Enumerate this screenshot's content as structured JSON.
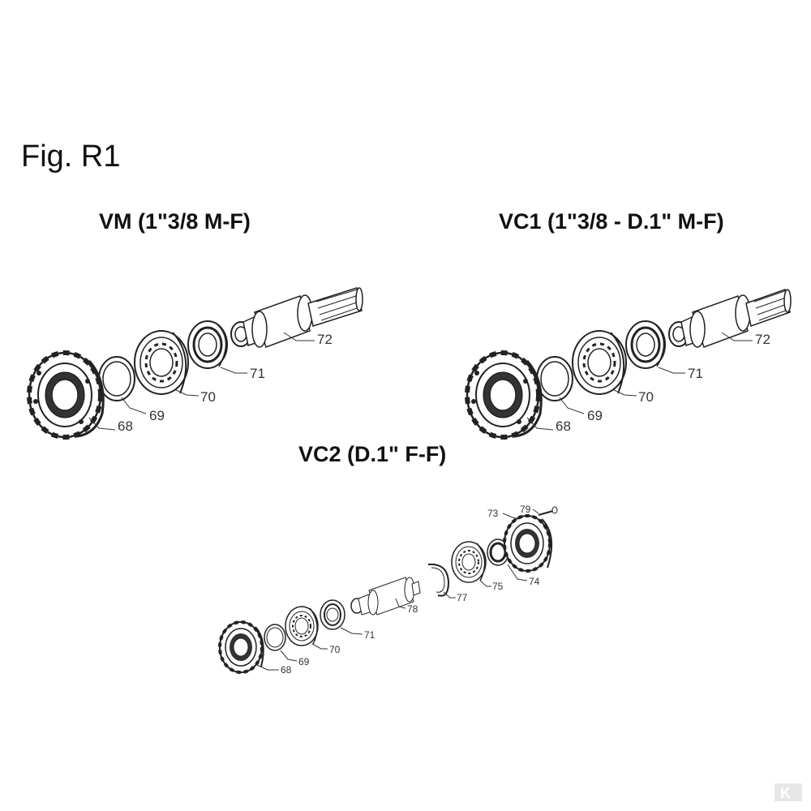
{
  "figure_title": "Fig. R1",
  "sections": [
    {
      "title": "VM (1\"3/8 M-F)",
      "parts": [
        {
          "label": "68",
          "name": "gearbox-cover"
        },
        {
          "label": "69",
          "name": "seal-ring"
        },
        {
          "label": "70",
          "name": "bearing"
        },
        {
          "label": "71",
          "name": "seal"
        },
        {
          "label": "72",
          "name": "splined-shaft"
        }
      ]
    },
    {
      "title": "VC1 (1\"3/8 - D.1\" M-F)",
      "parts": [
        {
          "label": "68",
          "name": "gearbox-cover"
        },
        {
          "label": "69",
          "name": "seal-ring"
        },
        {
          "label": "70",
          "name": "bearing"
        },
        {
          "label": "71",
          "name": "seal"
        },
        {
          "label": "72",
          "name": "splined-shaft"
        }
      ]
    },
    {
      "title": "VC2 (D.1\" F-F)",
      "parts": [
        {
          "label": "68",
          "name": "gearbox-cover"
        },
        {
          "label": "69",
          "name": "seal-ring"
        },
        {
          "label": "70",
          "name": "bearing"
        },
        {
          "label": "71",
          "name": "seal"
        },
        {
          "label": "78",
          "name": "shaft"
        },
        {
          "label": "77",
          "name": "snap-ring"
        },
        {
          "label": "75",
          "name": "bearing"
        },
        {
          "label": "74",
          "name": "seal"
        },
        {
          "label": "73",
          "name": "cover"
        },
        {
          "label": "79",
          "name": "screw"
        }
      ]
    }
  ],
  "watermark": "K"
}
